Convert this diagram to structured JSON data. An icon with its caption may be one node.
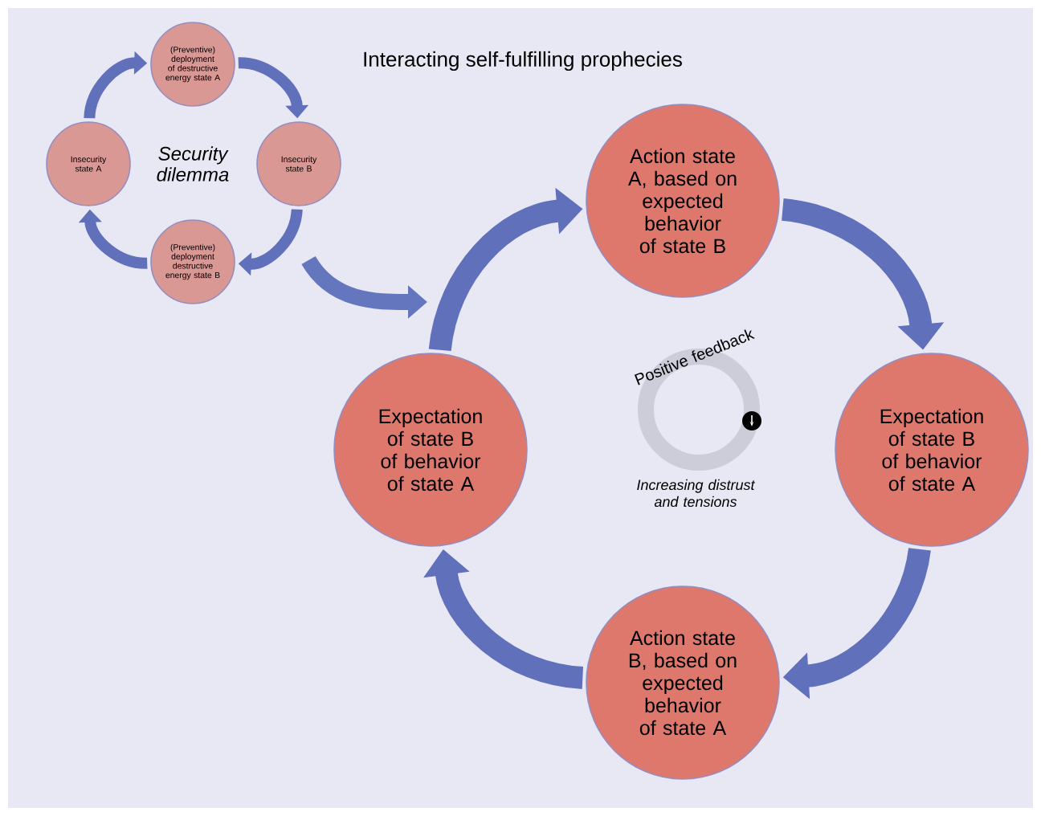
{
  "diagram": {
    "title": "Interacting self-fulfilling prophecies",
    "nodes": [
      {
        "text": [
          "(Preventive) deployment of destructive energy state A"
        ]
      },
      {
        "text": [
          "Insecurity state B"
        ]
      },
      {
        "text": [
          "(Preventive) deployment destructive energy state B"
        ]
      },
      {
        "text": [
          "Insecurity state A"
        ]
      },
      {
        "text": [
          "Action state A, based on expected behavior of state B"
        ]
      },
      {
        "text": [
          "Expectation of state B of behavior of state A"
        ]
      },
      {
        "text": [
          "Action state B, based on expected behavior of state A"
        ]
      },
      {
        "text": [
          "Expectation of state B of behavior of state A"
        ]
      }
    ],
    "edges": [
      {
        "from": 3,
        "to": 0,
        "arrow": "to"
      },
      {
        "from": 0,
        "to": 1,
        "arrow": "to"
      },
      {
        "from": 1,
        "to": 2,
        "arrow": "to"
      },
      {
        "from": 2,
        "to": 3,
        "arrow": "to"
      },
      {
        "from": 7,
        "to": 4,
        "arrow": "to",
        "style": "thick"
      },
      {
        "from": 4,
        "to": 5,
        "arrow": "to",
        "style": "thick"
      },
      {
        "from": 5,
        "to": 6,
        "arrow": "to",
        "style": "thick"
      },
      {
        "from": 6,
        "to": 7,
        "arrow": "to",
        "style": "thick"
      }
    ],
    "labels": [
      "Security dilemma",
      "Positive feedback",
      "Increasing distrust and tensions"
    ]
  }
}
